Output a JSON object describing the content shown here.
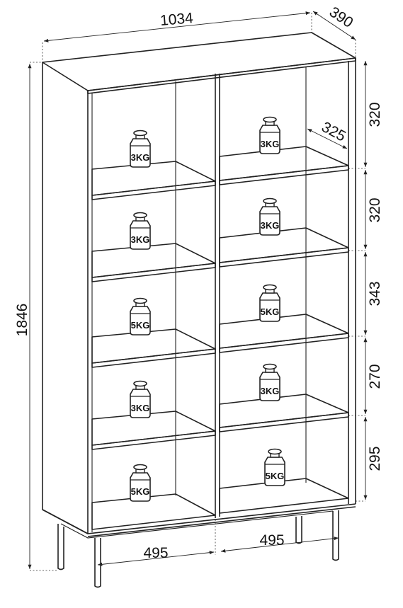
{
  "dimensions": {
    "width": "1034",
    "depth": "390",
    "height": "1846",
    "shelf_depth": "325",
    "compartment_width_left": "495",
    "compartment_width_right": "495",
    "right_heights": [
      "320",
      "320",
      "343",
      "270",
      "295"
    ]
  },
  "load_labels": {
    "left": [
      "3KG",
      "3KG",
      "5KG",
      "3KG",
      "5KG"
    ],
    "right": [
      "3KG",
      "3KG",
      "5KG",
      "3KG",
      "5KG"
    ]
  }
}
